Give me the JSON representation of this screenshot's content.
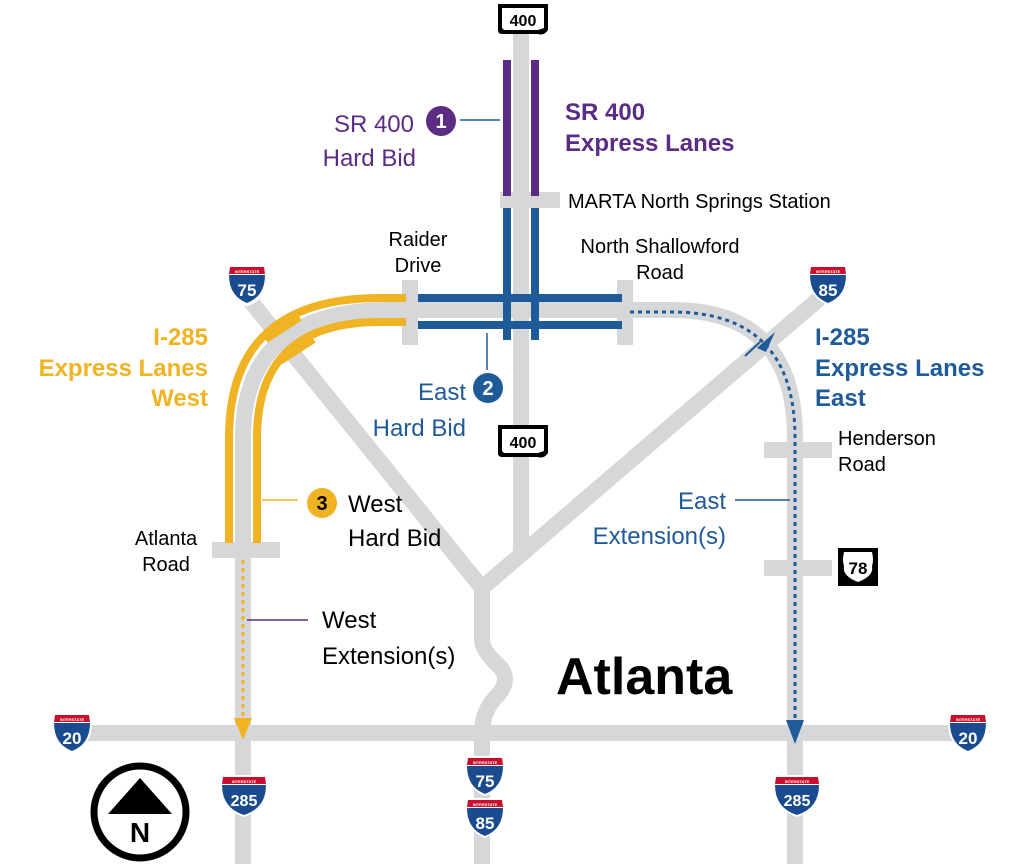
{
  "colors": {
    "road": "#d6d7d9",
    "purple": "#5b2c83",
    "blue": "#1f5a99",
    "yellow": "#f0b323",
    "interstate_blue": "#1b4b8f",
    "interstate_red": "#c8102e",
    "black": "#000000"
  },
  "projects": {
    "p1": {
      "number": "1",
      "line1": "SR 400",
      "line2": "Hard Bid"
    },
    "p2": {
      "number": "2",
      "line1": "East",
      "line2": "Hard Bid"
    },
    "p3": {
      "number": "3",
      "line1": "West",
      "line2": "Hard Bid"
    }
  },
  "corridors": {
    "sr400": {
      "line1": "SR 400",
      "line2": "Express Lanes"
    },
    "west": {
      "line1": "I-285",
      "line2": "Express Lanes",
      "line3": "West"
    },
    "east": {
      "line1": "I-285",
      "line2": "Express Lanes",
      "line3": "East"
    }
  },
  "extensions": {
    "west": {
      "line1": "West",
      "line2": "Extension(s)"
    },
    "east": {
      "line1": "East",
      "line2": "Extension(s)"
    }
  },
  "places": {
    "marta": "MARTA North Springs Station",
    "raider": {
      "line1": "Raider",
      "line2": "Drive"
    },
    "shallowford": {
      "line1": "North Shallowford",
      "line2": "Road"
    },
    "henderson": {
      "line1": "Henderson",
      "line2": "Road"
    },
    "atlanta_road": {
      "line1": "Atlanta",
      "line2": "Road"
    },
    "city": "Atlanta"
  },
  "shields": {
    "interstate_banner": "INTERSTATE",
    "i75_top": "75",
    "i85_top": "85",
    "i20_left": "20",
    "i20_right": "20",
    "i285_left": "285",
    "i285_right": "285",
    "i75_bottom": "75",
    "i85_bottom": "85",
    "sr400_top": "400",
    "sr400_mid": "400",
    "us78": "78"
  },
  "compass": {
    "letter": "N"
  }
}
